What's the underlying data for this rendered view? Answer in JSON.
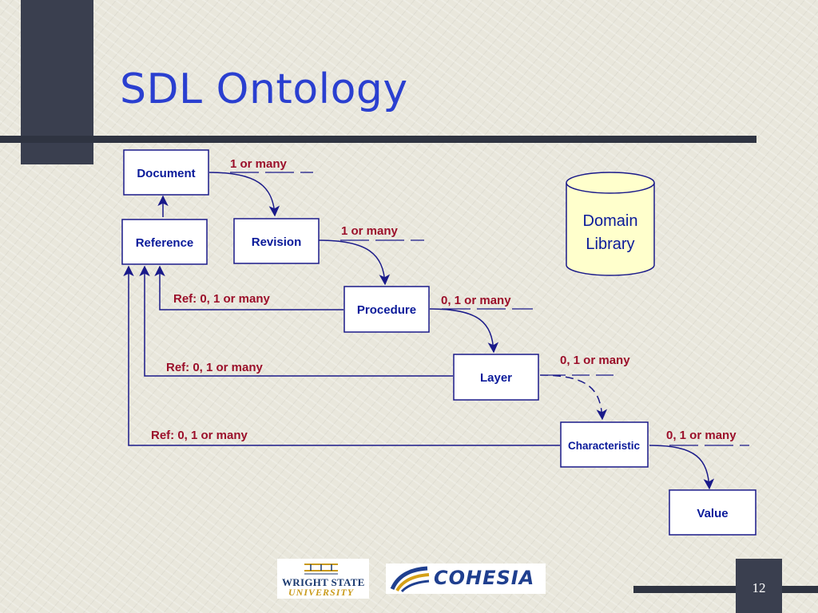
{
  "slide": {
    "title": "SDL Ontology",
    "page_number": "12"
  },
  "diagram": {
    "nodes": {
      "document": "Document",
      "reference": "Reference",
      "revision": "Revision",
      "procedure": "Procedure",
      "layer": "Layer",
      "characteristic": "Characteristic",
      "value": "Value"
    },
    "database": {
      "line1": "Domain",
      "line2": "Library"
    },
    "edge_labels": {
      "document_revision": "1 or many",
      "revision_procedure": "1 or many",
      "procedure_layer": "0, 1 or many",
      "layer_characteristic": "0, 1 or many",
      "characteristic_value": "0, 1 or many",
      "ref_procedure": "Ref: 0, 1 or many",
      "ref_layer": "Ref: 0, 1 or many",
      "ref_characteristic": "Ref: 0, 1 or many"
    }
  },
  "logos": {
    "wsu_line1": "WRIGHT STATE",
    "wsu_line2": "UNIVERSITY",
    "cohesia": "COHESIA"
  },
  "colors": {
    "title": "#2a3fd0",
    "node_text": "#0a1a9a",
    "edge_label": "#9b0f2a",
    "line": "#1a1a8a",
    "database_fill": "#ffffcc"
  }
}
